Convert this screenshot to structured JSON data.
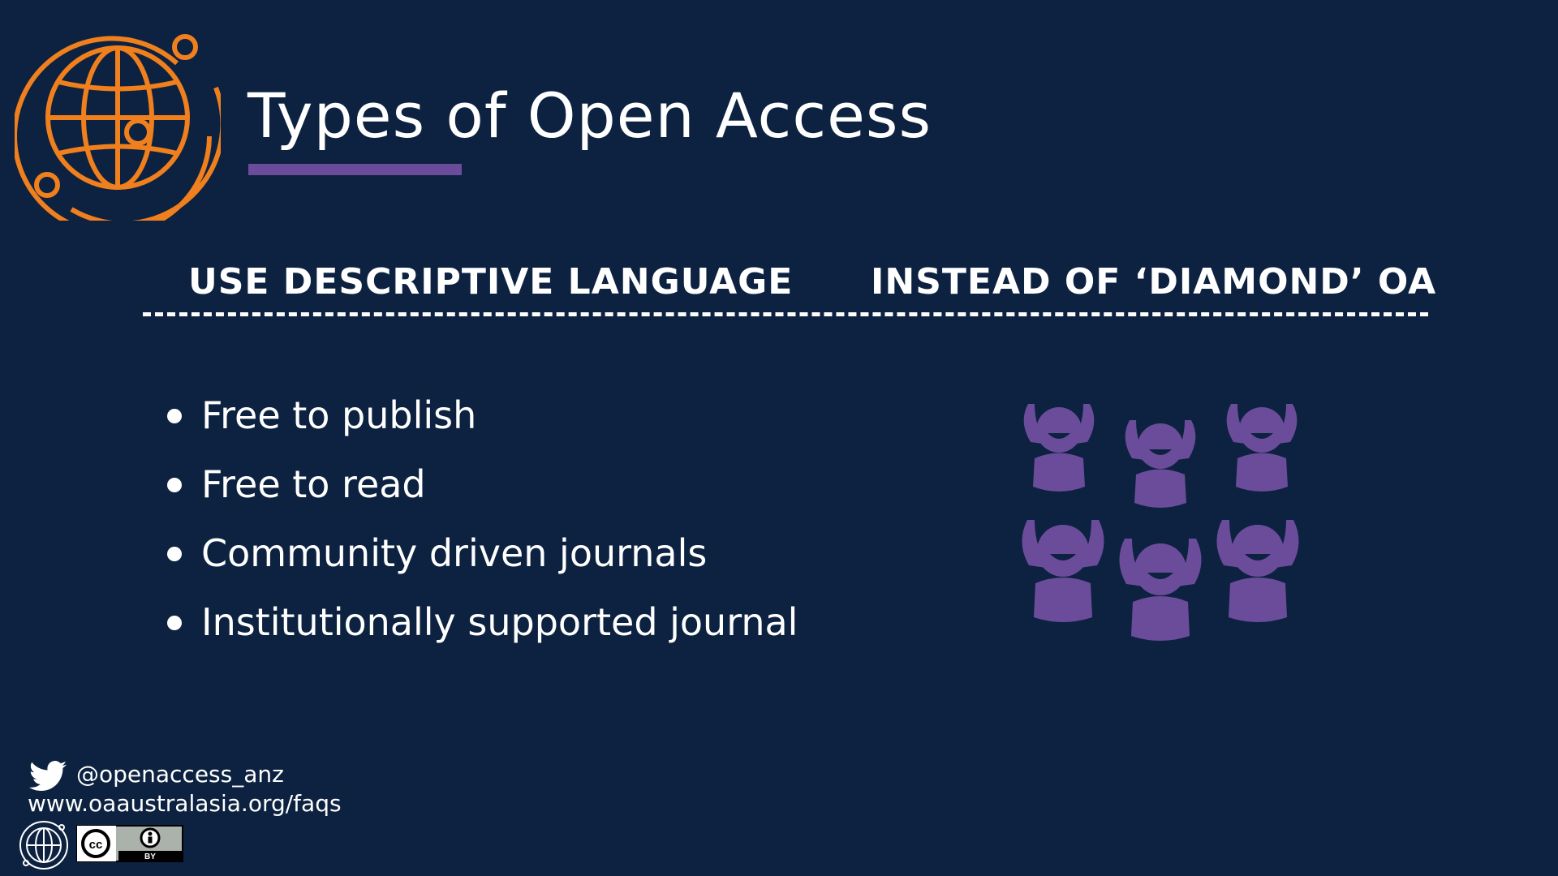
{
  "title": "Types of Open Access",
  "subheadings": {
    "left": "USE DESCRIPTIVE LANGUAGE",
    "right": "INSTEAD OF ‘DIAMOND’ OA"
  },
  "bullets": [
    "Free to publish",
    "Free to read",
    "Community driven journals",
    "Institutionally supported journal"
  ],
  "footer": {
    "twitter_handle": "@openaccess_anz",
    "website": "www.oaaustralasia.org/faqs",
    "license_label": "BY"
  },
  "icons": {
    "logo": "globe-orbit-logo-icon",
    "people": "cheering-people-icon",
    "twitter": "twitter-bird-icon",
    "license": "cc-by-icon"
  },
  "colors": {
    "background": "#0d2240",
    "accent_orange": "#f07f1e",
    "accent_purple": "#6b4c9a",
    "text": "#ffffff"
  }
}
